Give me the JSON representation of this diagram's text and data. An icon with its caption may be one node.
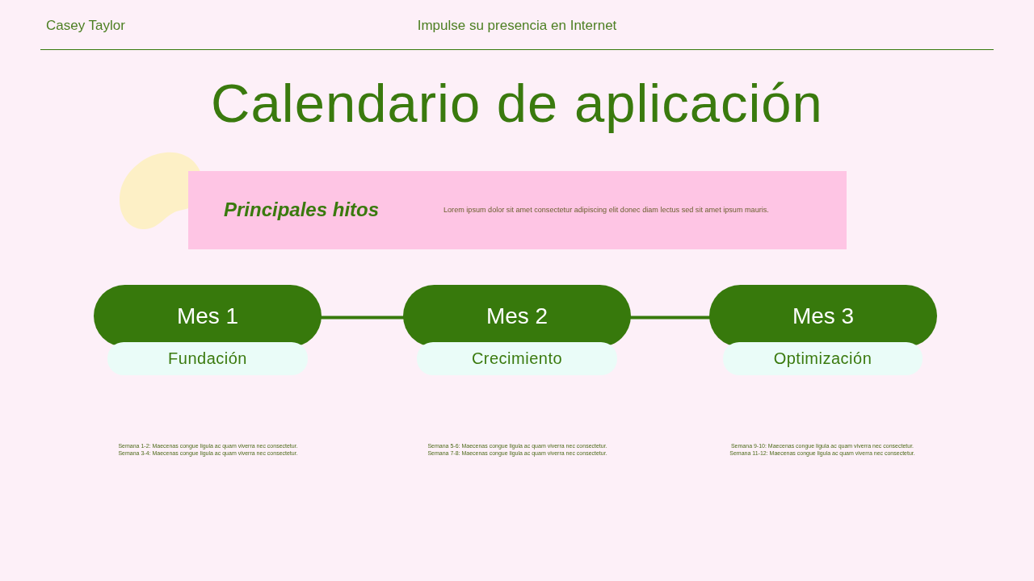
{
  "diagram": {
    "title": "Calendario de aplicación",
    "nodes": [
      {
        "text": [],
        "shape": "blob"
      },
      {
        "text": [
          "Principales hitos",
          "Lorem ipsum dolor sit amet consectetur adipiscing elit donec diam lectus sed sit amet ipsum mauris."
        ]
      },
      {
        "text": [
          "Mes 1"
        ]
      },
      {
        "text": [
          "Fundación"
        ]
      },
      {
        "text": [
          "Mes 2"
        ]
      },
      {
        "text": [
          "Crecimiento"
        ]
      },
      {
        "text": [
          "Mes 3"
        ]
      },
      {
        "text": [
          "Optimización"
        ]
      }
    ],
    "edges": [
      {
        "from": 2,
        "to": 4,
        "arrow": "none"
      },
      {
        "from": 4,
        "to": 6,
        "arrow": "none"
      }
    ],
    "labels": [
      "Casey Taylor",
      "Impulse su presencia en Internet",
      "Semana 1-2: Maecenas congue ligula ac quam viverra nec consectetur. Semana 3-4: Maecenas congue ligula ac quam viverra nec consectetur.",
      "Semana 5-6: Maecenas congue ligula ac quam viverra nec consectetur. Semana 7-8: Maecenas congue ligula ac quam viverra nec consectetur.",
      "Semana 9-10: Maecenas congue ligula ac quam viverra nec consectetur. Semana 11-12: Maecenas congue ligula ac quam viverra nec consectetur."
    ]
  }
}
